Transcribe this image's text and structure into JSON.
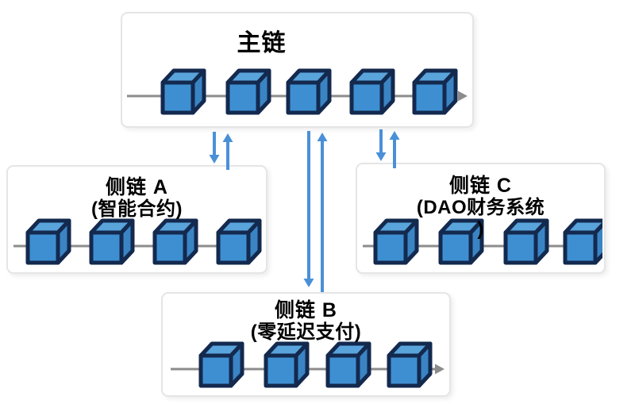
{
  "nodes": {
    "main": {
      "title": "主链",
      "blocks": 5,
      "arrow_right": true
    },
    "side_a": {
      "title": "侧链 A",
      "subtitle": "(智能合约)",
      "blocks": 4,
      "arrow_right": false
    },
    "side_b": {
      "title": "侧链 B",
      "subtitle": "(零延迟支付)",
      "blocks": 4,
      "arrow_right": true
    },
    "side_c": {
      "title": "侧链 C",
      "subtitle_line1": "(DAO财务系统",
      "subtitle_line2": ")",
      "blocks": 4,
      "arrow_right": false
    }
  },
  "connectors": [
    {
      "from": "main",
      "to": "side_a",
      "type": "bidirectional"
    },
    {
      "from": "main",
      "to": "side_b",
      "type": "bidirectional"
    },
    {
      "from": "main",
      "to": "side_c",
      "type": "bidirectional"
    }
  ],
  "colors": {
    "connector_arrow": "#4A90D8",
    "chain_line": "#8C8C8C",
    "cube_outline": "#13294E",
    "cube_front": "#3E8FD2",
    "cube_top": "#5AA4DC",
    "cube_side": "#3A84C4",
    "box_border": "#E5E5E5",
    "box_background": "#FFFFFF",
    "text": "#000000"
  }
}
